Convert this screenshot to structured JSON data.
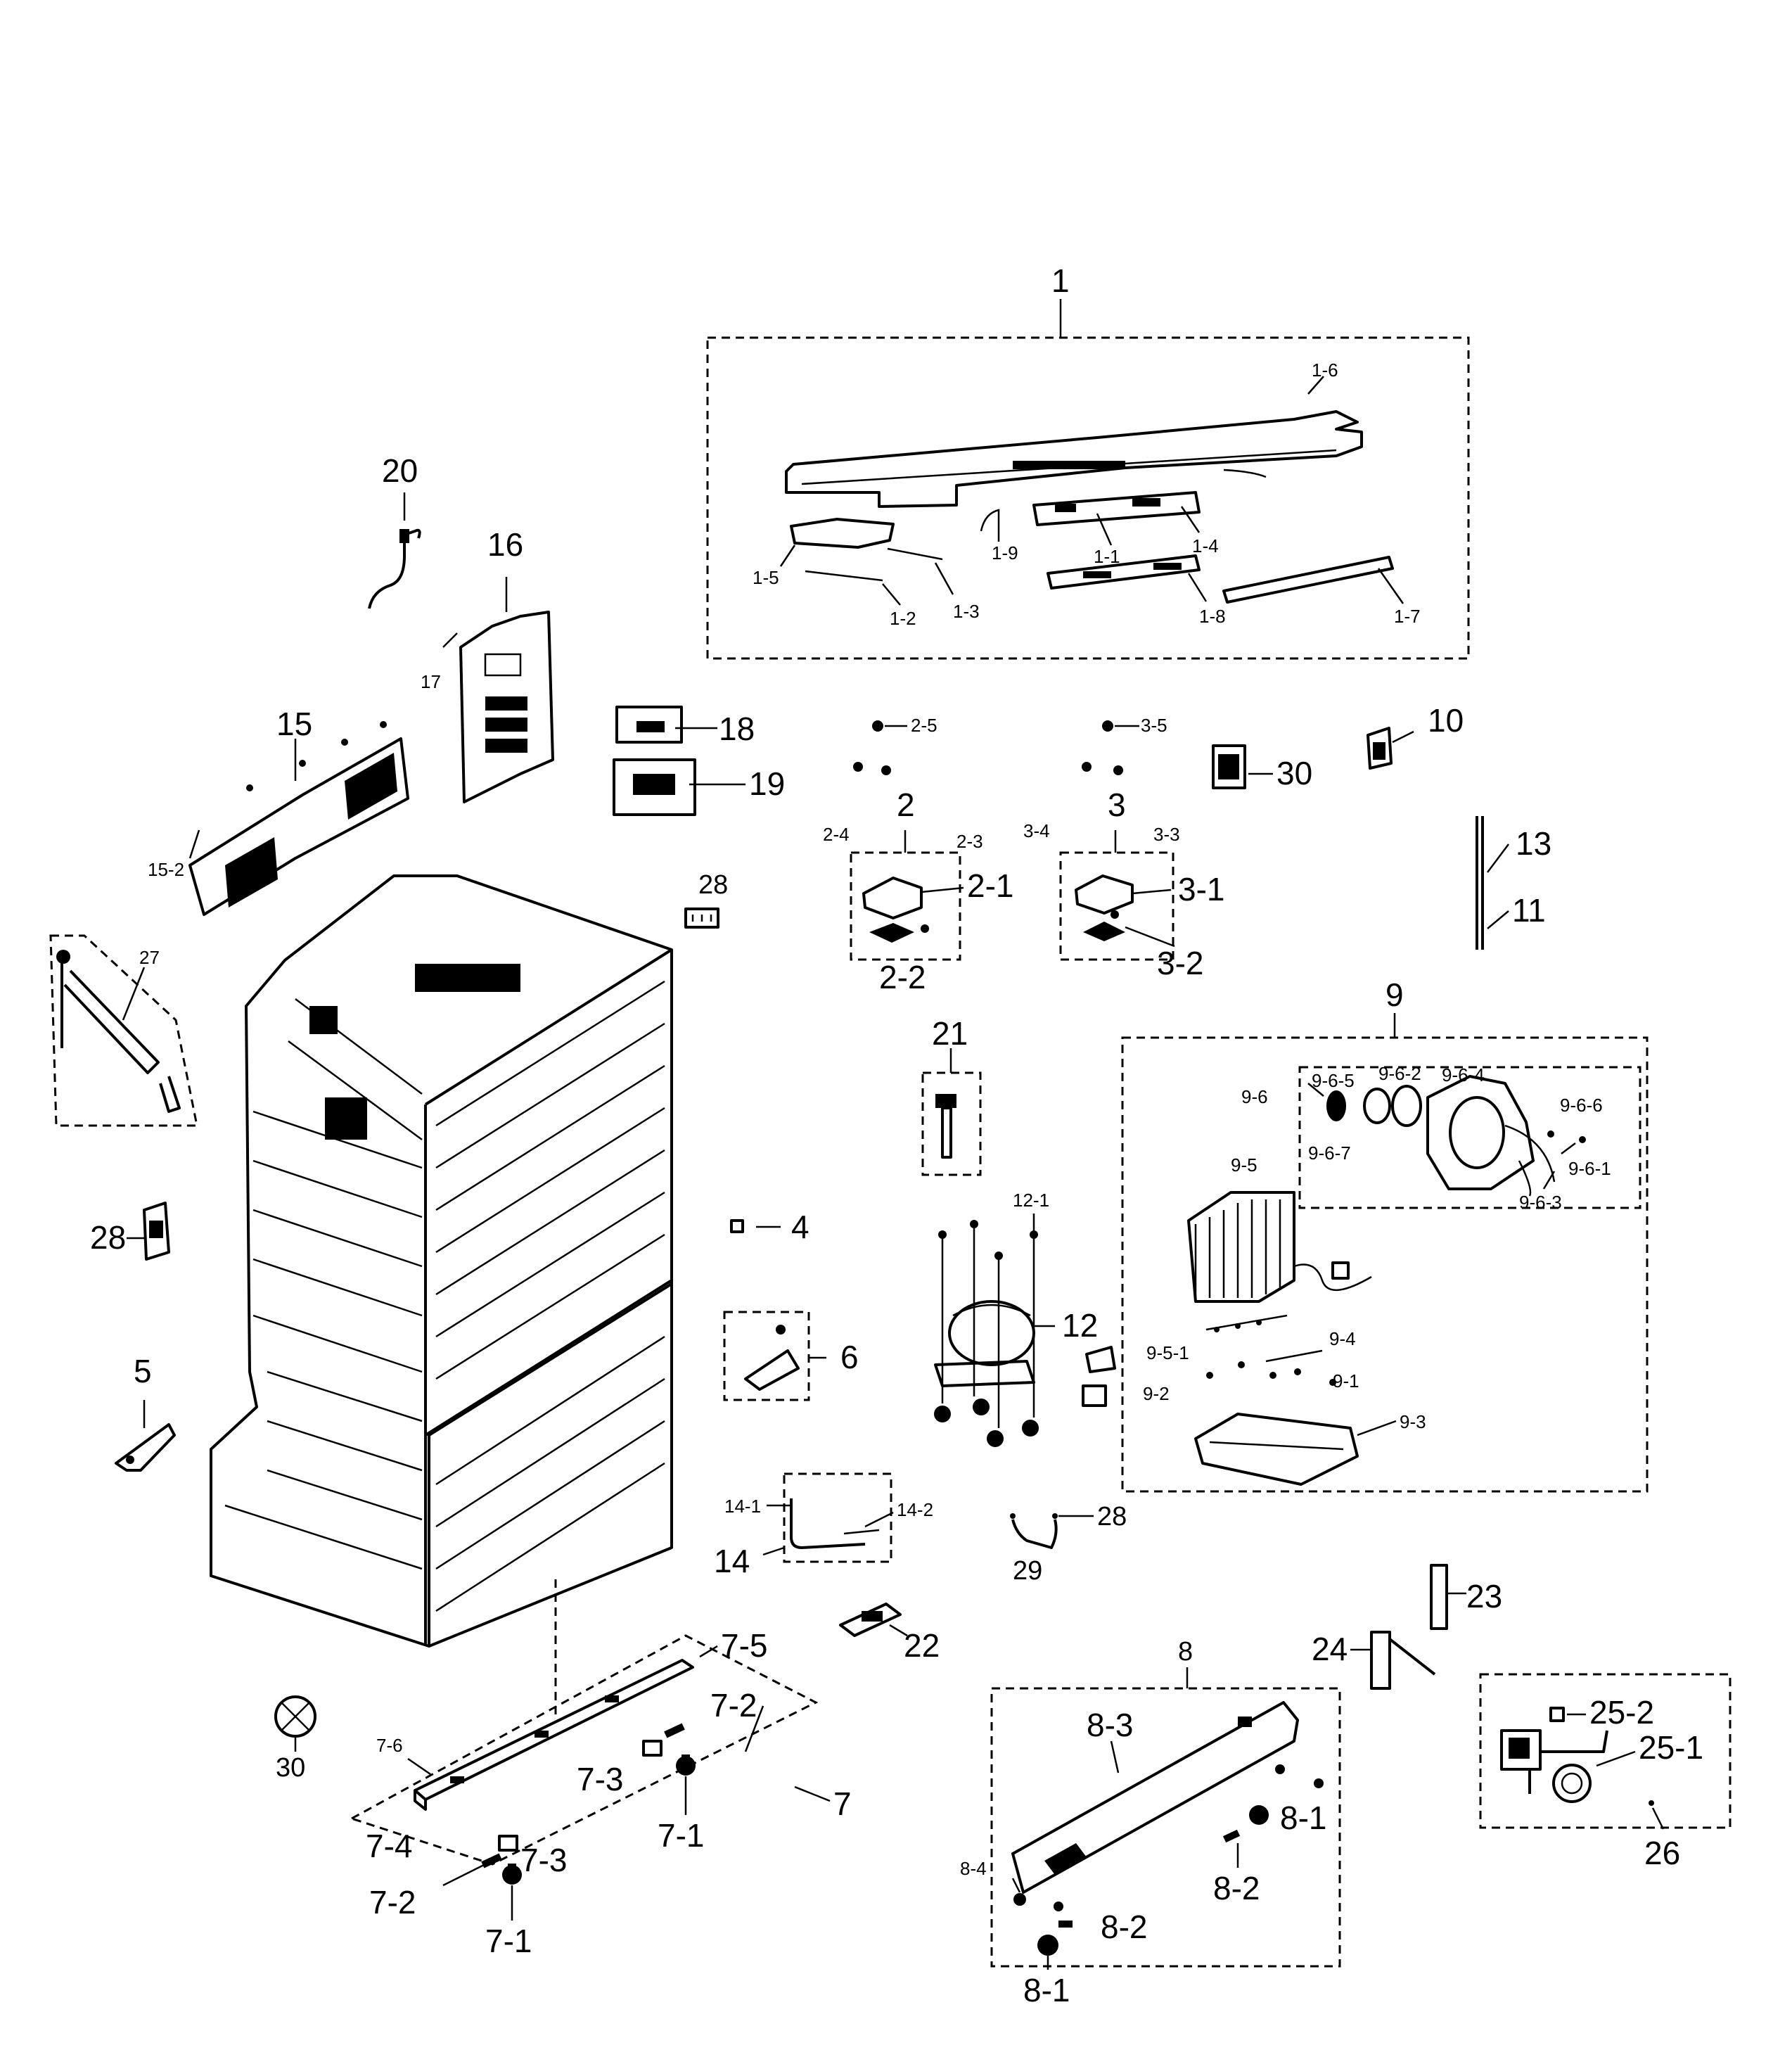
{
  "callouts": [
    {
      "id": "c1",
      "text": "1"
    },
    {
      "id": "c1-1",
      "text": "1-1"
    },
    {
      "id": "c1-2",
      "text": "1-2"
    },
    {
      "id": "c1-3",
      "text": "1-3"
    },
    {
      "id": "c1-4",
      "text": "1-4"
    },
    {
      "id": "c1-5",
      "text": "1-5"
    },
    {
      "id": "c1-6",
      "text": "1-6"
    },
    {
      "id": "c1-7",
      "text": "1-7"
    },
    {
      "id": "c1-8",
      "text": "1-8"
    },
    {
      "id": "c1-9",
      "text": "1-9"
    },
    {
      "id": "c2",
      "text": "2"
    },
    {
      "id": "c2-1",
      "text": "2-1"
    },
    {
      "id": "c2-2",
      "text": "2-2"
    },
    {
      "id": "c2-3",
      "text": "2-3"
    },
    {
      "id": "c2-4",
      "text": "2-4"
    },
    {
      "id": "c2-5",
      "text": "2-5"
    },
    {
      "id": "c3",
      "text": "3"
    },
    {
      "id": "c3-1",
      "text": "3-1"
    },
    {
      "id": "c3-2",
      "text": "3-2"
    },
    {
      "id": "c3-3",
      "text": "3-3"
    },
    {
      "id": "c3-4",
      "text": "3-4"
    },
    {
      "id": "c3-5",
      "text": "3-5"
    },
    {
      "id": "c4",
      "text": "4"
    },
    {
      "id": "c5",
      "text": "5"
    },
    {
      "id": "c6",
      "text": "6"
    },
    {
      "id": "c7",
      "text": "7"
    },
    {
      "id": "c7-1a",
      "text": "7-1"
    },
    {
      "id": "c7-1b",
      "text": "7-1"
    },
    {
      "id": "c7-2a",
      "text": "7-2"
    },
    {
      "id": "c7-2b",
      "text": "7-2"
    },
    {
      "id": "c7-3a",
      "text": "7-3"
    },
    {
      "id": "c7-3b",
      "text": "7-3"
    },
    {
      "id": "c7-4",
      "text": "7-4"
    },
    {
      "id": "c7-5",
      "text": "7-5"
    },
    {
      "id": "c7-6",
      "text": "7-6"
    },
    {
      "id": "c8",
      "text": "8"
    },
    {
      "id": "c8-1a",
      "text": "8-1"
    },
    {
      "id": "c8-1b",
      "text": "8-1"
    },
    {
      "id": "c8-2a",
      "text": "8-2"
    },
    {
      "id": "c8-2b",
      "text": "8-2"
    },
    {
      "id": "c8-3",
      "text": "8-3"
    },
    {
      "id": "c8-4",
      "text": "8-4"
    },
    {
      "id": "c9",
      "text": "9"
    },
    {
      "id": "c9-1",
      "text": "9-1"
    },
    {
      "id": "c9-2",
      "text": "9-2"
    },
    {
      "id": "c9-3",
      "text": "9-3"
    },
    {
      "id": "c9-4",
      "text": "9-4"
    },
    {
      "id": "c9-5",
      "text": "9-5"
    },
    {
      "id": "c9-5-1",
      "text": "9-5-1"
    },
    {
      "id": "c9-6",
      "text": "9-6"
    },
    {
      "id": "c9-6-1",
      "text": "9-6-1"
    },
    {
      "id": "c9-6-2",
      "text": "9-6-2"
    },
    {
      "id": "c9-6-3",
      "text": "9-6-3"
    },
    {
      "id": "c9-6-4",
      "text": "9-6-4"
    },
    {
      "id": "c9-6-5",
      "text": "9-6-5"
    },
    {
      "id": "c9-6-6",
      "text": "9-6-6"
    },
    {
      "id": "c9-6-7",
      "text": "9-6-7"
    },
    {
      "id": "c10",
      "text": "10"
    },
    {
      "id": "c11",
      "text": "11"
    },
    {
      "id": "c12",
      "text": "12"
    },
    {
      "id": "c12-1",
      "text": "12-1"
    },
    {
      "id": "c13",
      "text": "13"
    },
    {
      "id": "c14",
      "text": "14"
    },
    {
      "id": "c14-1",
      "text": "14-1"
    },
    {
      "id": "c14-2",
      "text": "14-2"
    },
    {
      "id": "c15",
      "text": "15"
    },
    {
      "id": "c15-2",
      "text": "15-2"
    },
    {
      "id": "c16",
      "text": "16"
    },
    {
      "id": "c17",
      "text": "17"
    },
    {
      "id": "c18",
      "text": "18"
    },
    {
      "id": "c19",
      "text": "19"
    },
    {
      "id": "c20",
      "text": "20"
    },
    {
      "id": "c21",
      "text": "21"
    },
    {
      "id": "c22",
      "text": "22"
    },
    {
      "id": "c23",
      "text": "23"
    },
    {
      "id": "c24",
      "text": "24"
    },
    {
      "id": "c25-1",
      "text": "25-1"
    },
    {
      "id": "c25-2",
      "text": "25-2"
    },
    {
      "id": "c26",
      "text": "26"
    },
    {
      "id": "c27",
      "text": "27"
    },
    {
      "id": "c28a",
      "text": "28"
    },
    {
      "id": "c28b",
      "text": "28"
    },
    {
      "id": "c28c",
      "text": "28"
    },
    {
      "id": "c29",
      "text": "29"
    },
    {
      "id": "c30a",
      "text": "30"
    },
    {
      "id": "c30b",
      "text": "30"
    }
  ]
}
